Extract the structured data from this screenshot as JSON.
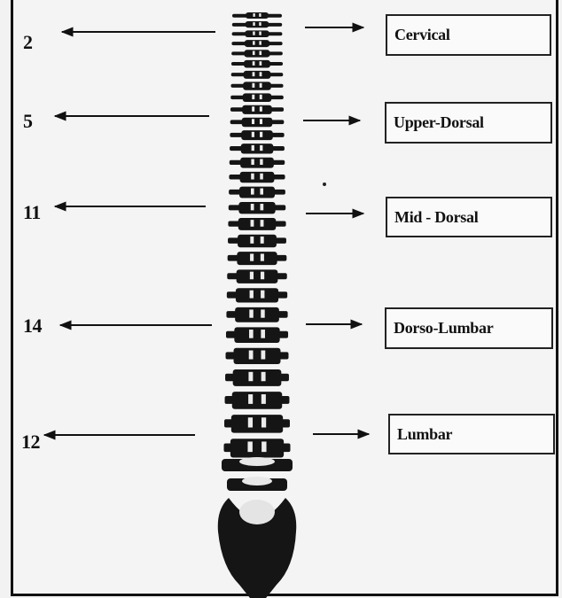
{
  "regions": [
    {
      "count": "2",
      "label": "Cervical"
    },
    {
      "count": "5",
      "label": "Upper-Dorsal"
    },
    {
      "count": "11",
      "label": "Mid - Dorsal"
    },
    {
      "count": "14",
      "label": "Dorso-Lumbar"
    },
    {
      "count": "12",
      "label": "Lumbar"
    }
  ]
}
